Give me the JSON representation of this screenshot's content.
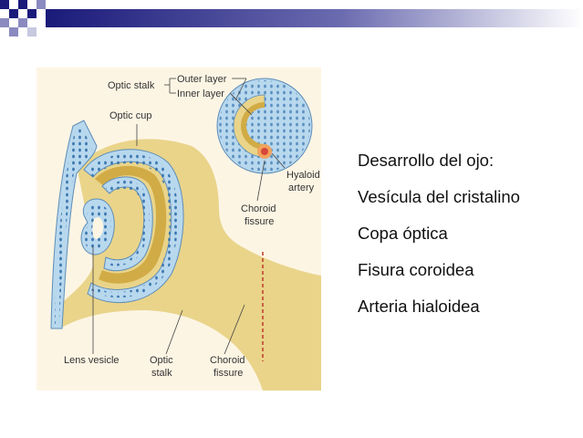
{
  "slide": {
    "bullets": [
      "Desarrollo del ojo:",
      "Vesícula del cristalino",
      "Copa óptica",
      "Fisura coroidea",
      "Arteria hialoidea"
    ]
  },
  "figure": {
    "labels": {
      "optic_stalk_top": "Optic stalk",
      "outer_layer": "Outer layer",
      "inner_layer": "Inner layer",
      "optic_cup": "Optic cup",
      "hyaloid_line1": "Hyaloid",
      "hyaloid_line2": "artery",
      "choroid_top_line1": "Choroid",
      "choroid_top_line2": "fissure",
      "lens_vesicle": "Lens vesicle",
      "optic_stalk_bottom_line1": "Optic",
      "optic_stalk_bottom_line2": "stalk",
      "choroid_bottom_line1": "Choroid",
      "choroid_bottom_line2": "fissure"
    }
  },
  "colors": {
    "header_navy": "#1a1a7a",
    "figure_background": "#fdf5e4",
    "tissue_tan": "#e9d48a",
    "cavity_gold": "#d1ab45",
    "layer_blue": "#b8d8ee",
    "nuclei_blue": "#3d78b0",
    "artery_red": "#d8473a",
    "dashed_line_red": "#c0392b"
  }
}
